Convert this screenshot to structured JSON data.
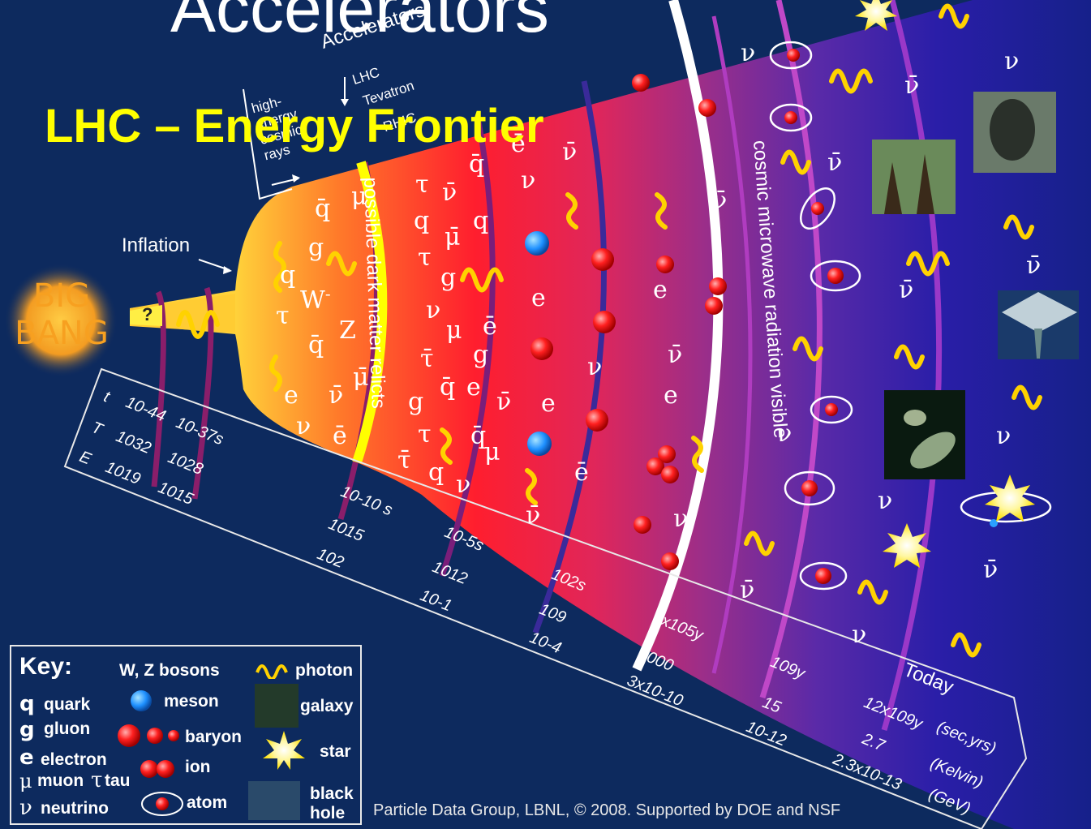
{
  "title_top": "Accelerators",
  "headline": "LHC – Energy Frontier",
  "left_labels": {
    "accelerators": "Accelerators",
    "lhc": "LHC",
    "tevatron": "Tevatron",
    "rhic": "RHIC",
    "cosmic_rays": [
      "high-",
      "energy",
      "cosmic",
      "rays"
    ],
    "inflation": "Inflation",
    "big": "BIG",
    "bang": "BANG",
    "question": "?"
  },
  "band_labels": {
    "dark_matter": "possible dark matter relicts",
    "cmb": "cosmic microwave radiation visible"
  },
  "axis": {
    "row_t": "t",
    "row_T": "T",
    "row_E": "E",
    "t1": "10-44",
    "t2": "10-37s",
    "T1": "1032",
    "T2": "1028",
    "E1": "1019",
    "E2": "1015",
    "c1_t": "10-10 s",
    "c1_T": "1015",
    "c1_E": "102",
    "c2_t": "10-5s",
    "c2_T": "1012",
    "c2_E": "10-1",
    "c3_t": "102s",
    "c3_T": "109",
    "c3_E": "10-4",
    "c4_t": "3x105y",
    "c4_T": "3000",
    "c4_E": "3x10-10",
    "c5_t": "109y",
    "c5_T": "15",
    "c5_E": "10-12",
    "today": "Today",
    "c6_t": "12x109y",
    "c6_T": "2.7",
    "c6_E": "2.3x10-13",
    "unit_t": "(sec,yrs)",
    "unit_T": "(Kelvin)",
    "unit_E": "(GeV)"
  },
  "key": {
    "title": "Key:",
    "wz": "W, Z bosons",
    "photon": "photon",
    "quark_sym": "q",
    "quark": "quark",
    "meson": "meson",
    "galaxy": "galaxy",
    "gluon_sym": "g",
    "gluon": "gluon",
    "baryon": "baryon",
    "star": "star",
    "electron_sym": "e",
    "electron": "electron",
    "ion": "ion",
    "muon_sym": "μ",
    "muon": "muon",
    "tau_sym": "τ",
    "tau": "tau",
    "black": "black",
    "hole": "hole",
    "nu_sym": "ν",
    "neutrino": "neutrino",
    "atom": "atom"
  },
  "credit": "Particle Data Group, LBNL, © 2008.   Supported by DOE and NSF",
  "colors": {
    "background": "#0d2a5e",
    "headline": "#ffff00",
    "hot": "#ff2a2a",
    "cool": "#1a2a9a",
    "photon": "#ffd200"
  }
}
